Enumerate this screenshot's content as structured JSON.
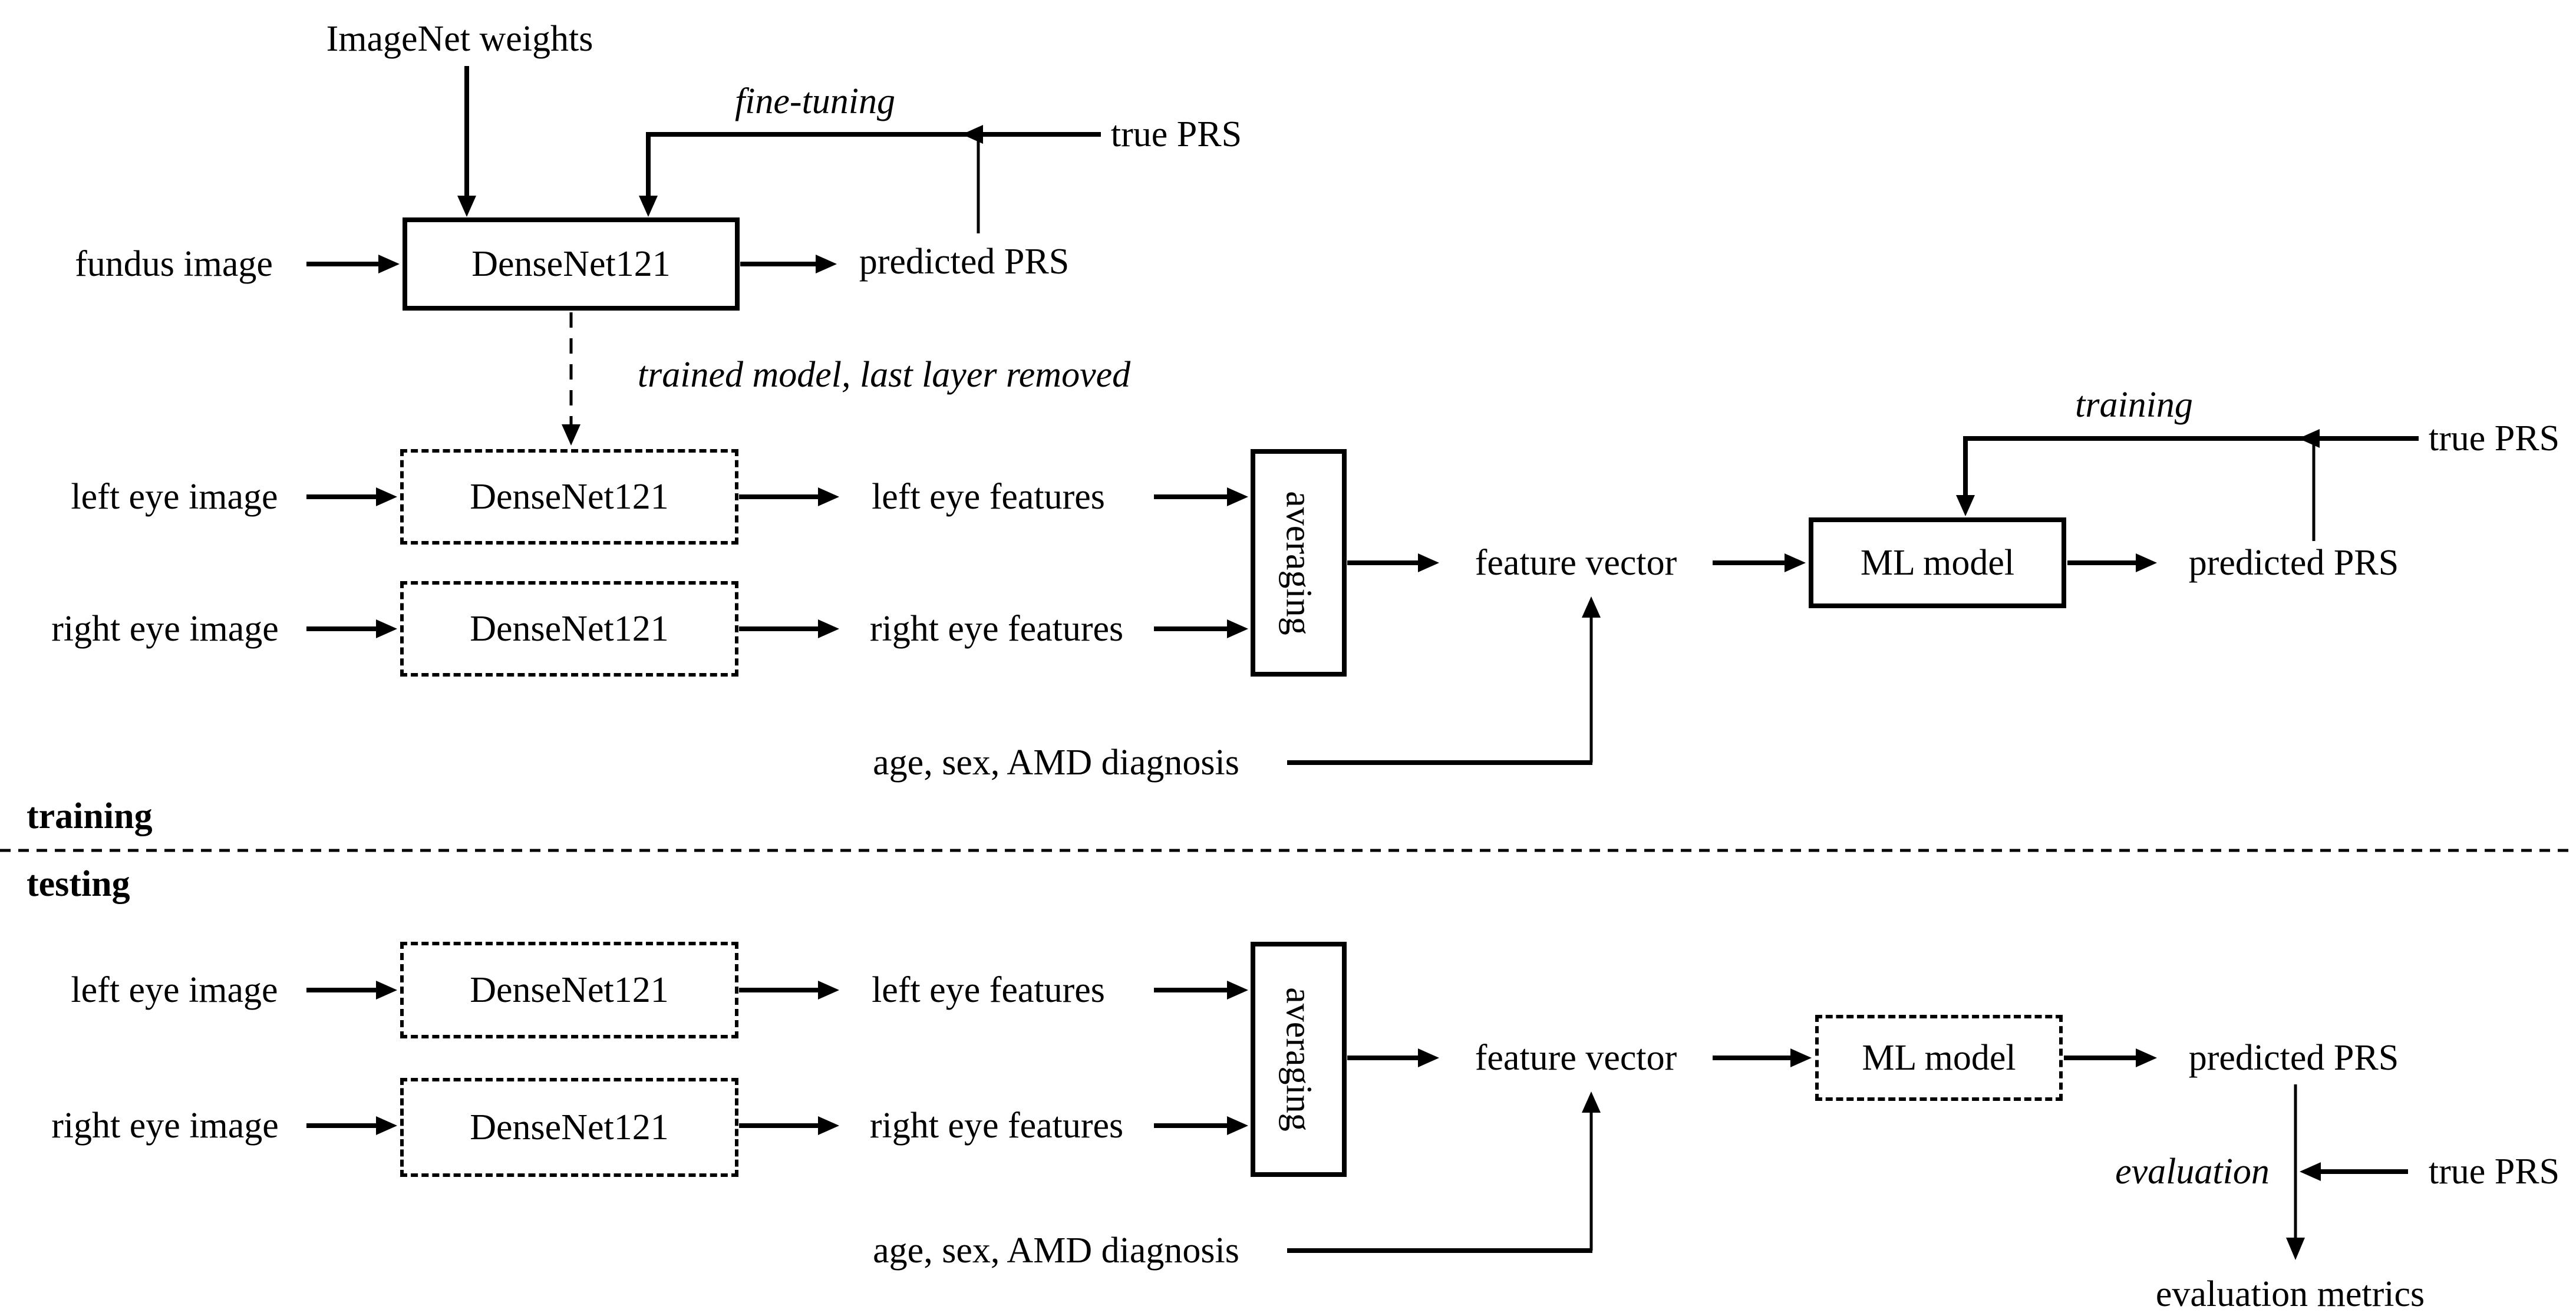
{
  "colors": {
    "ink": "#000000",
    "background": "#ffffff"
  },
  "section_labels": {
    "training": "training",
    "testing": "testing"
  },
  "fine_tune_stage": {
    "weights_label": "ImageNet weights",
    "input_label": "fundus image",
    "model_label": "DenseNet121",
    "output_label": "predicted PRS",
    "feedback_label": "fine-tuning",
    "target_label": "true PRS",
    "transfer_label": "trained model, last layer removed"
  },
  "training_stage": {
    "left_input": "left eye image",
    "right_input": "right eye image",
    "left_model": "DenseNet121",
    "right_model": "DenseNet121",
    "left_features": "left eye features",
    "right_features": "right eye features",
    "averaging_label": "averaging",
    "feature_vector_label": "feature vector",
    "covariates_label": "age, sex, AMD diagnosis",
    "ml_model_label": "ML model",
    "output_label": "predicted PRS",
    "feedback_label": "training",
    "target_label": "true PRS"
  },
  "testing_stage": {
    "left_input": "left eye image",
    "right_input": "right eye image",
    "left_model": "DenseNet121",
    "right_model": "DenseNet121",
    "left_features": "left eye features",
    "right_features": "right eye features",
    "averaging_label": "averaging",
    "feature_vector_label": "feature vector",
    "covariates_label": "age, sex, AMD diagnosis",
    "ml_model_label": "ML model",
    "output_label": "predicted PRS",
    "evaluation_label": "evaluation",
    "target_label": "true PRS",
    "metrics_label": "evaluation metrics"
  }
}
